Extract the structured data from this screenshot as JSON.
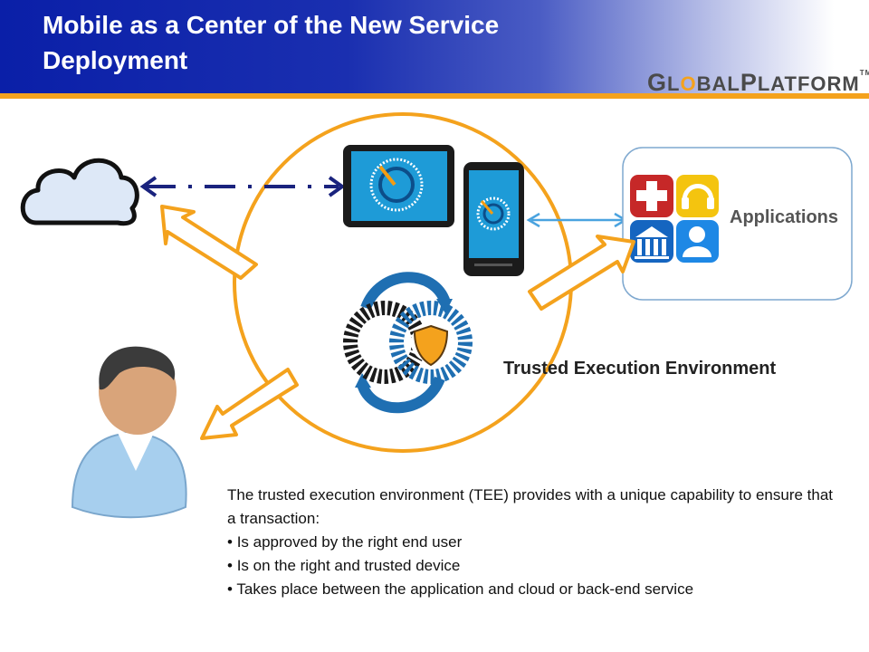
{
  "slide": {
    "title_line1": "Mobile as a Center of the New Service",
    "title_line2": "Deployment",
    "logo": {
      "prefix_big": "G",
      "prefix_small": "L",
      "o_mark": "O",
      "middle_small": "BAL",
      "second_big": "P",
      "suffix_small": "LATFORM",
      "tm": "TM"
    }
  },
  "diagram": {
    "applications_label": "Applications",
    "tee_label": "Trusted Execution Environment",
    "icons": [
      "cloud-icon",
      "tablet-icon",
      "smartphone-icon",
      "tee-rings-icon",
      "shield-icon",
      "user-person-icon",
      "medical-cross-icon",
      "headset-icon",
      "bank-icon",
      "user-badge-icon"
    ]
  },
  "description": {
    "intro": "The trusted execution environment (TEE) provides with a unique capability to ensure that a transaction:",
    "bullets": [
      "Is approved by the right end user",
      "Is on the right and trusted device",
      "Takes place between the application and cloud or back-end service"
    ]
  },
  "colors": {
    "header_blue": "#0a1fa8",
    "accent_orange": "#f4a21d",
    "cloud_fill": "#dde8f7",
    "dash_arrow": "#1a237e",
    "link_arrow": "#4aa3df"
  }
}
